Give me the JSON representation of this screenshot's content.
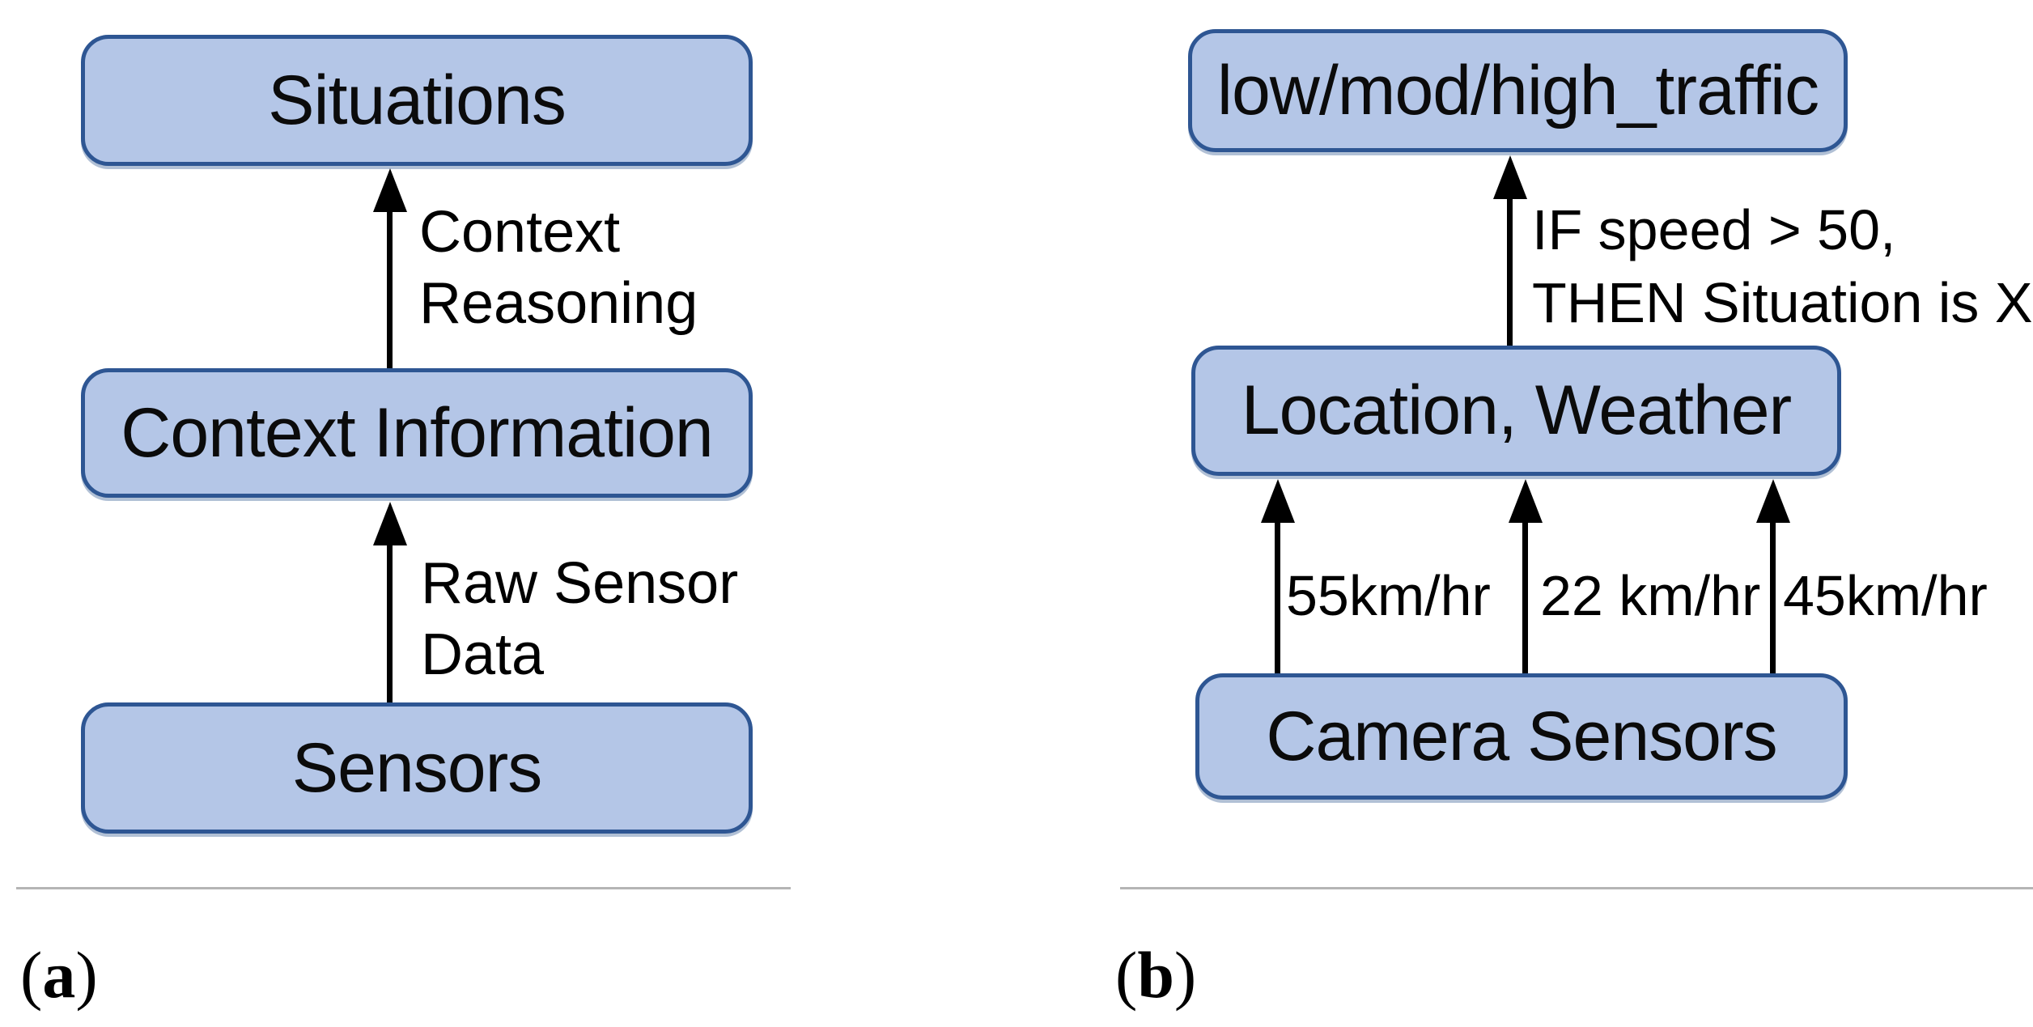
{
  "figure": {
    "panel_a": {
      "caption": {
        "open": "(",
        "letter": "a",
        "close": ")"
      },
      "boxes": {
        "top": "Situations",
        "middle": "Context Information",
        "bottom": "Sensors"
      },
      "labels": {
        "context_reasoning_line1": "Context",
        "context_reasoning_line2": "Reasoning",
        "raw_sensor_line1": "Raw Sensor",
        "raw_sensor_line2": "Data"
      }
    },
    "panel_b": {
      "caption": {
        "open": "(",
        "letter": "b",
        "close": ")"
      },
      "boxes": {
        "top": "low/mod/high_traffic",
        "middle": "Location, Weather",
        "bottom": "Camera Sensors"
      },
      "labels": {
        "rule_line1": "IF speed > 50,",
        "rule_line2": "THEN Situation is X",
        "speed_left": "55km/hr",
        "speed_middle": "22 km/hr",
        "speed_right": "45km/hr"
      }
    },
    "colors": {
      "node_fill": "#b4c6e7",
      "node_border": "#2e5693",
      "arrow": "#000000",
      "divider": "#b5b5b5"
    }
  }
}
